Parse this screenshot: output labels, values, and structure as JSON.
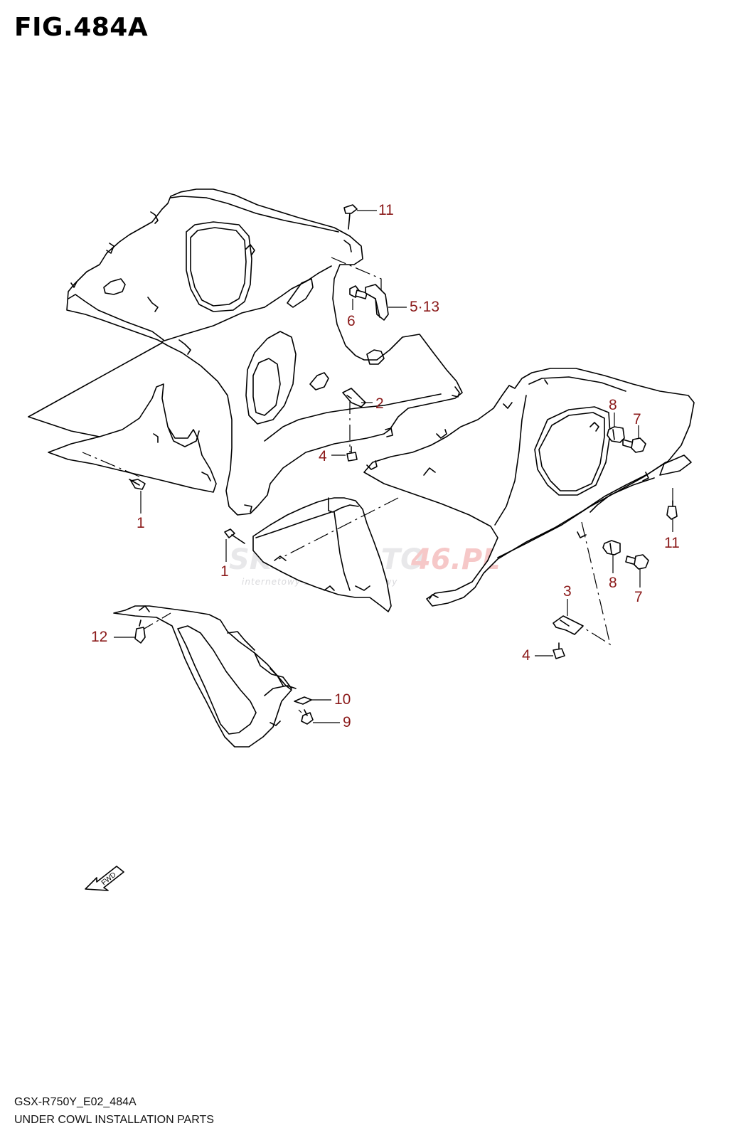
{
  "figure": {
    "title": "FIG.484A",
    "model_code": "GSX-R750Y_E02_484A",
    "caption": "UNDER COWL INSTALLATION PARTS"
  },
  "watermark": {
    "brand_a": "SKLEP",
    "brand_b": "MOTO",
    "brand_c": "46.PL",
    "tagline": "internetowy sklep motocyklowy"
  },
  "direction_arrow": {
    "label": "FWD"
  },
  "callouts": {
    "c11a": "11",
    "c5_13": "5·13",
    "c6": "6",
    "c2": "2",
    "c4a": "4",
    "c1a": "1",
    "c1b": "1",
    "c8a": "8",
    "c7a": "7",
    "c11b": "11",
    "c8b": "8",
    "c7b": "7",
    "c3": "3",
    "c4b": "4",
    "c12": "12",
    "c10": "10",
    "c9": "9"
  },
  "colors": {
    "callout": "#8b1a1a",
    "line": "#000000",
    "background": "#ffffff"
  }
}
